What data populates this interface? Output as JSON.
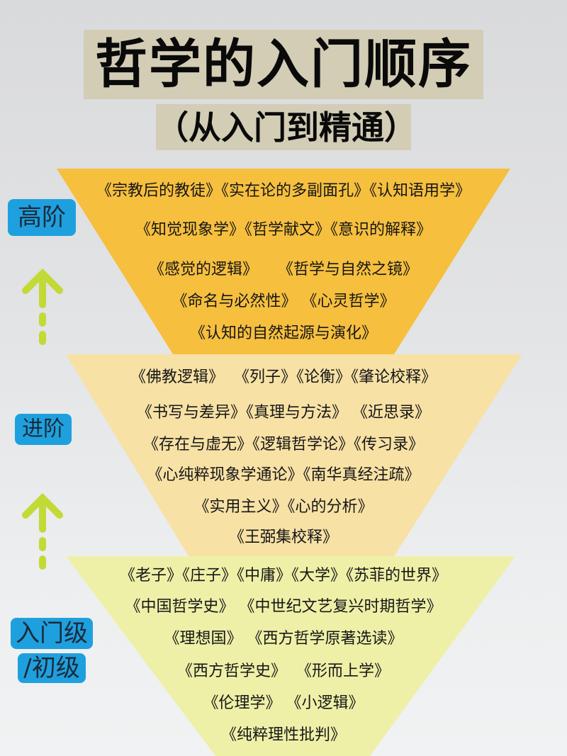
{
  "header": {
    "title": "哲学的入门顺序",
    "subtitle": "（从入门到精通）"
  },
  "colors": {
    "title_bg": "#d3cdb6",
    "tier_advanced": "#f6bf3e",
    "tier_intermediate": "#f7e1a5",
    "tier_beginner": "#eef0a8",
    "badge_bg": "#1ea0de",
    "arrow": "#c3d936"
  },
  "levels": [
    {
      "id": "advanced",
      "label": "高阶"
    },
    {
      "id": "intermediate",
      "label": "进阶"
    },
    {
      "id": "beginner",
      "label_line1": "入门级",
      "label_line2": "/初级"
    }
  ],
  "tiers": {
    "advanced": {
      "rows": [
        "《宗教后的教徒》《实在论的多副面孔》《认知语用学》",
        "《知觉现象学》《哲学献文》《意识的解释》",
        "《感觉的逻辑》    《哲学与自然之镜》",
        "《命名与必然性》 《心灵哲学》",
        "《认知的自然起源与演化》"
      ]
    },
    "intermediate": {
      "rows": [
        "《佛教逻辑》  《列子》《论衡》《肇论校释》",
        "《书写与差异》《真理与方法》 《近思录》",
        "《存在与虚无》《逻辑哲学论》《传习录》",
        "《心纯粹现象学通论》《南华真经注疏》",
        "《实用主义》《心的分析》",
        "《王弼集校释》"
      ]
    },
    "beginner": {
      "rows": [
        "《老子》《庄子》《中庸》《大学》《苏菲的世界》",
        "《中国哲学史》 《中世纪文艺复兴时期哲学》",
        "《理想国》 《西方哲学原著选读》",
        "《西方哲学史》  《形而上学》",
        "《伦理学》 《小逻辑》",
        "《纯粹理性批判》"
      ]
    }
  }
}
